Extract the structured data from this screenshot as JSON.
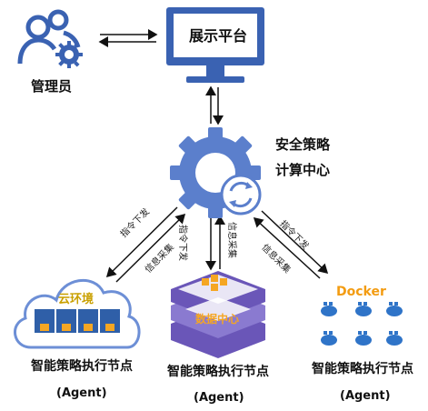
{
  "admin": {
    "label": "管理员",
    "icon": "admin-users-icon"
  },
  "display_platform": {
    "label": "展示平台",
    "icon": "monitor-icon"
  },
  "center": {
    "line1": "安全策略",
    "line2": "计算中心",
    "icon": "gear-sync-icon"
  },
  "links": {
    "left_down": "指令下发",
    "left_up": "信息采集",
    "mid_down": "指令下发",
    "mid_up": "信息采集",
    "right_down": "指令下发",
    "right_up": "信息采集"
  },
  "nodes": [
    {
      "badge": "云环境",
      "title": "智能策略执行节点",
      "subtitle": "(Agent)",
      "icon": "cloud-containers-icon"
    },
    {
      "badge": "数据中心",
      "title": "智能策略执行节点",
      "subtitle": "(Agent)",
      "icon": "datacenter-stack-icon"
    },
    {
      "badge": "Docker",
      "title": "智能策略执行节点",
      "subtitle": "(Agent)",
      "icon": "docker-whales-icon"
    }
  ],
  "colors": {
    "primary_blue": "#3a62b2",
    "light_blue": "#6d8fd6",
    "purple": "#6a56b8",
    "orange": "#f5a623",
    "cloud_gold": "#c9a000",
    "docker_orange": "#f39c12"
  }
}
